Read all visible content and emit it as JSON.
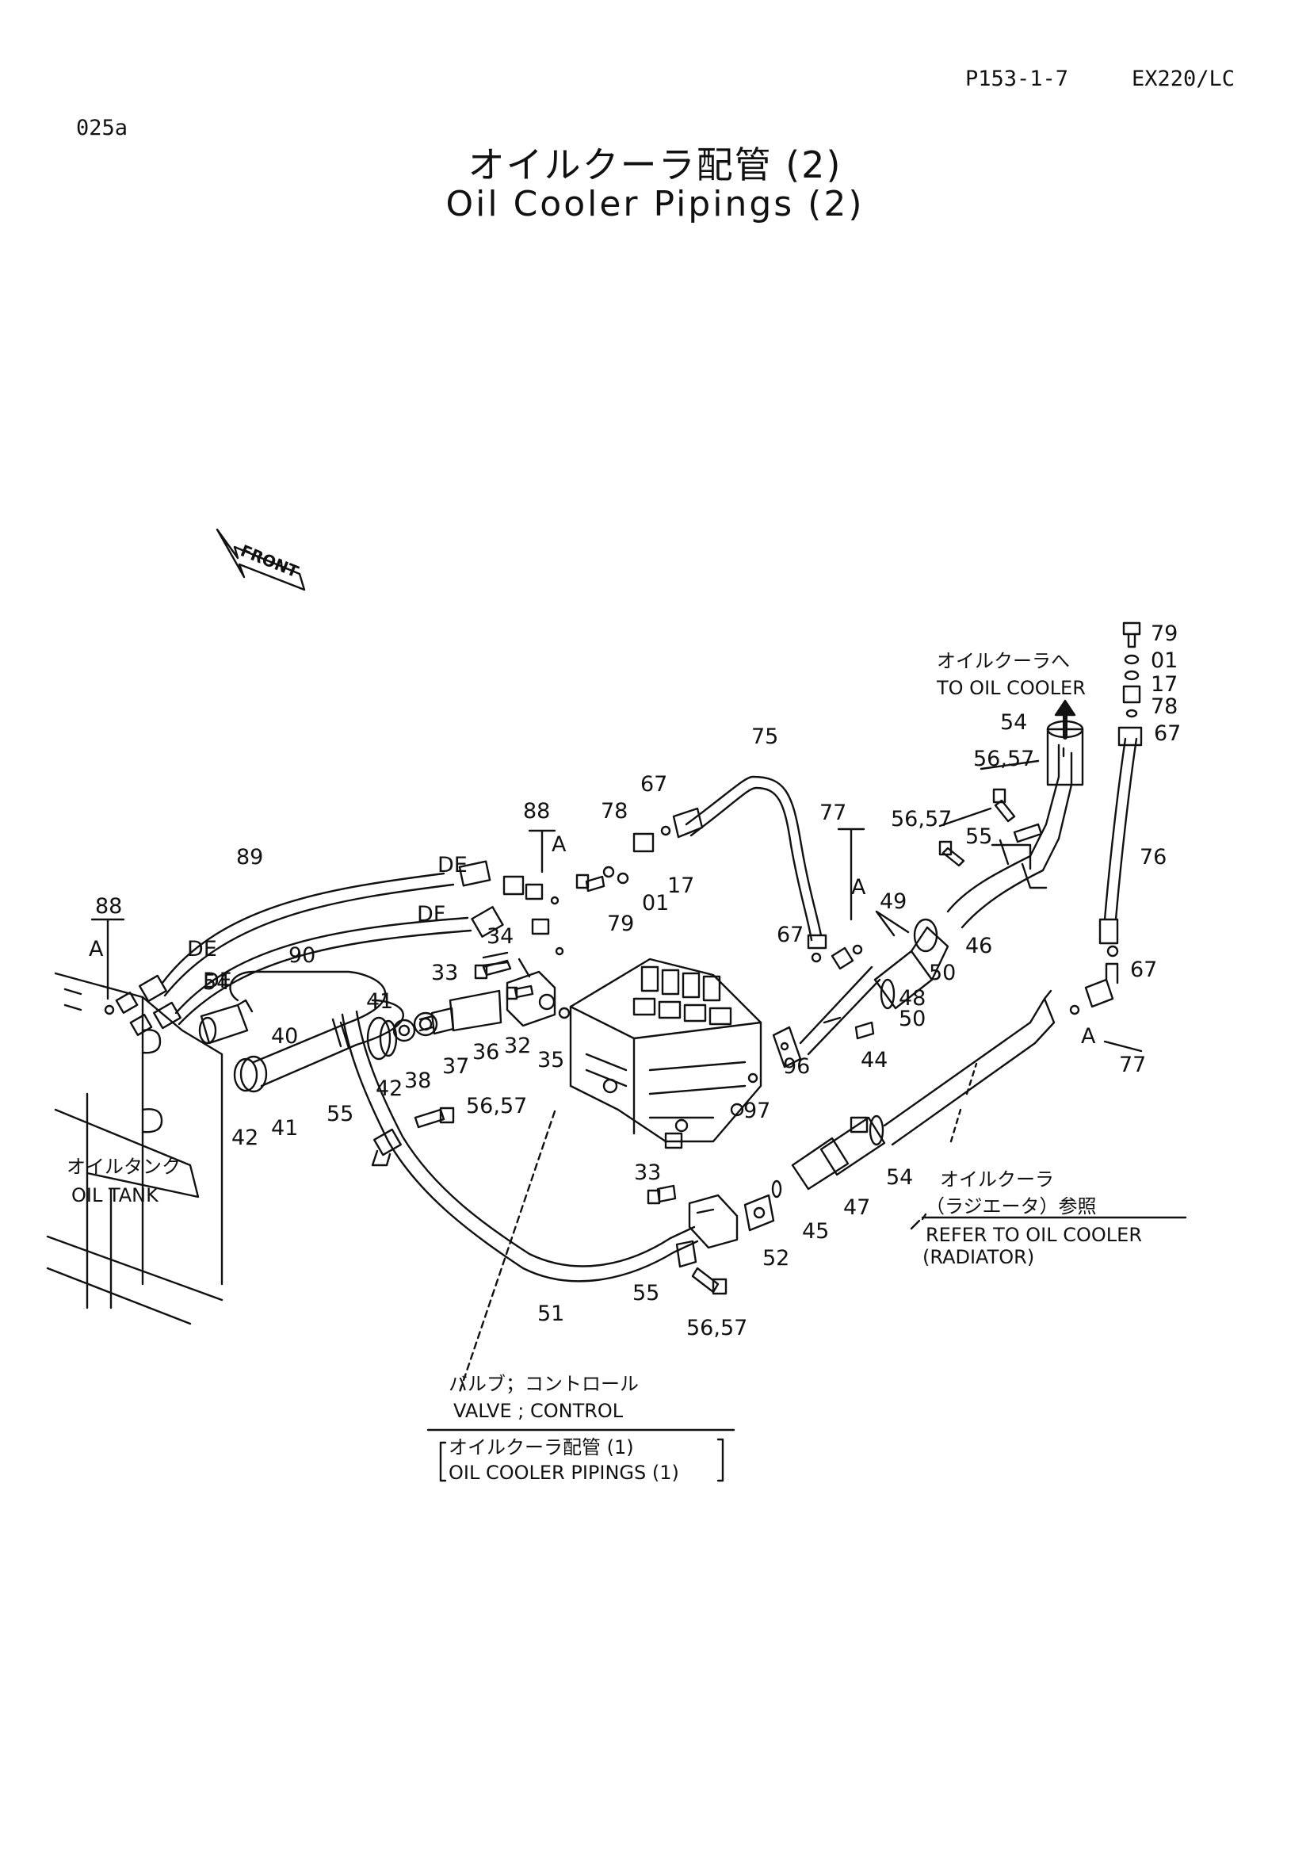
{
  "header": {
    "page_code": "P153-1-7",
    "model": "EX220/LC",
    "section": "025a"
  },
  "title": {
    "ja": "オイルクーラ配管 (2)",
    "en": "Oil Cooler Pipings (2)"
  },
  "front_marker": "FRONT",
  "part_labels": {
    "p32": "32",
    "p33a": "33",
    "p33b": "33",
    "p34": "34",
    "p35": "35",
    "p36": "36",
    "p37": "37",
    "p38": "38",
    "p40": "40",
    "p41a": "41",
    "p41b": "41",
    "p42a": "42",
    "p42b": "42",
    "p44": "44",
    "p45": "45",
    "p46": "46",
    "p47": "47",
    "p48": "48",
    "p49": "49",
    "p50a": "50",
    "p50b": "50",
    "p51": "51",
    "p52": "52",
    "p54a": "54",
    "p54b": "54",
    "p54c": "54",
    "p55a": "55",
    "p55b": "55",
    "p55c": "55",
    "p5657a": "56,57",
    "p5657b": "56,57",
    "p5657c": "56,57",
    "p5657d": "56,57",
    "p67a": "67",
    "p67b": "67",
    "p67c": "67",
    "p67d": "67",
    "p75": "75",
    "p76": "76",
    "p77a": "77",
    "p77b": "77",
    "p78a": "78",
    "p78b": "78",
    "p79a": "79",
    "p79b": "79",
    "p01a": "01",
    "p01b": "01",
    "p17a": "17",
    "p17b": "17",
    "p88a": "88",
    "p88b": "88",
    "p89": "89",
    "p90": "90",
    "p96": "96",
    "p97": "97",
    "A1": "A",
    "A2": "A",
    "A3": "A",
    "A4": "A",
    "DE1": "DE",
    "DE2": "DE",
    "DF1": "DF",
    "DF2": "DF"
  },
  "notes": {
    "to_oil_cooler_ja": "オイルクーラへ",
    "to_oil_cooler_en": "TO OIL COOLER",
    "oil_tank_ja": "オイルタンク",
    "oil_tank_en": "OIL TANK",
    "refer_radiator_ja1": "オイルクーラ",
    "refer_radiator_ja2": "（ラジエータ）参照",
    "refer_radiator_en1": "REFER TO OIL COOLER",
    "refer_radiator_en2": "(RADIATOR)",
    "valve_ja": "バルブ；コントロール",
    "valve_en": "VALVE ; CONTROL",
    "pipings1_ja": "オイルクーラ配管 (1)",
    "pipings1_en": "OIL COOLER PIPINGS (1)"
  }
}
